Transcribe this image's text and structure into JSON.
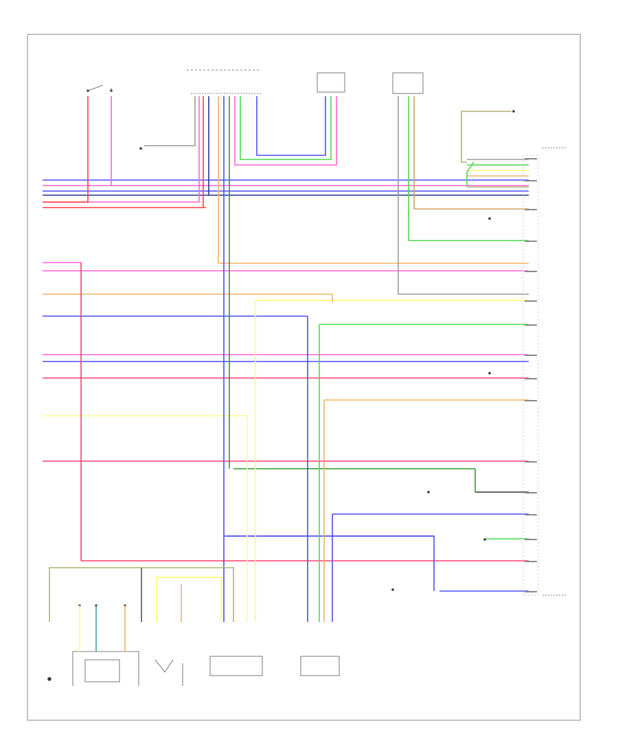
{
  "diagram": {
    "footer_code": "",
    "components": [
      {
        "id": "lift_switch",
        "label": ""
      },
      {
        "id": "tcm",
        "label": ""
      },
      {
        "id": "brake_sw",
        "label": ""
      },
      {
        "id": "ecm_top_right",
        "label": ""
      },
      {
        "id": "ecm_main",
        "label": ""
      },
      {
        "id": "fuel_gauge",
        "label": ""
      },
      {
        "id": "fuel_pump_ctrl",
        "label": ""
      },
      {
        "id": "fuel_level_sensor",
        "label": ""
      },
      {
        "id": "ground",
        "label": ""
      }
    ],
    "colors": {
      "red": "#ff3b3b",
      "pink": "#ff5fd7",
      "blue": "#4a4aff",
      "green": "#4cd94c",
      "yellow": "#ffff66",
      "orange": "#f0b060",
      "gray": "#999999",
      "darkblue": "#223388",
      "olive": "#b0b070"
    }
  }
}
